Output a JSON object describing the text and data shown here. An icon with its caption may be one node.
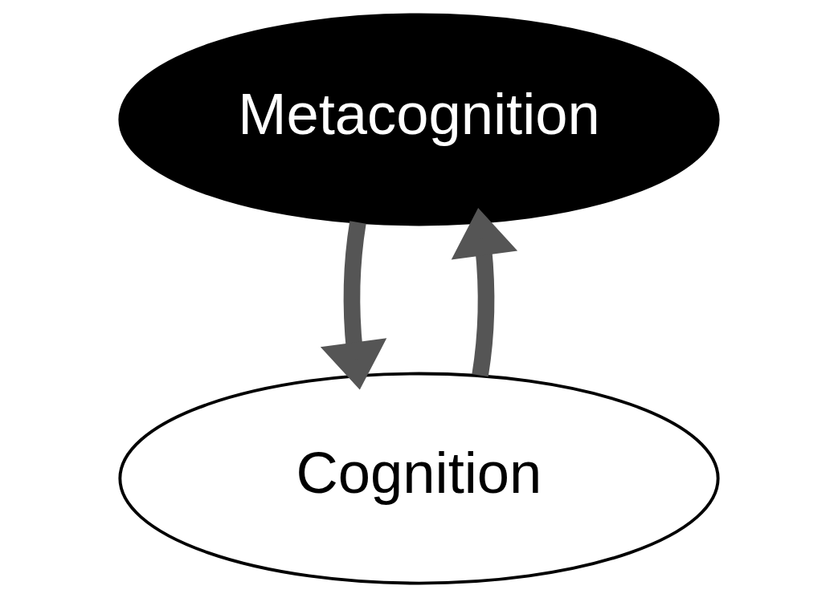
{
  "diagram": {
    "nodes": [
      {
        "text": [
          "Metacognition"
        ]
      },
      {
        "text": [
          "Cognition"
        ]
      }
    ],
    "edges": [
      {
        "from": 0,
        "to": 1,
        "arrow": "to"
      },
      {
        "from": 1,
        "to": 0,
        "arrow": "to"
      }
    ]
  }
}
